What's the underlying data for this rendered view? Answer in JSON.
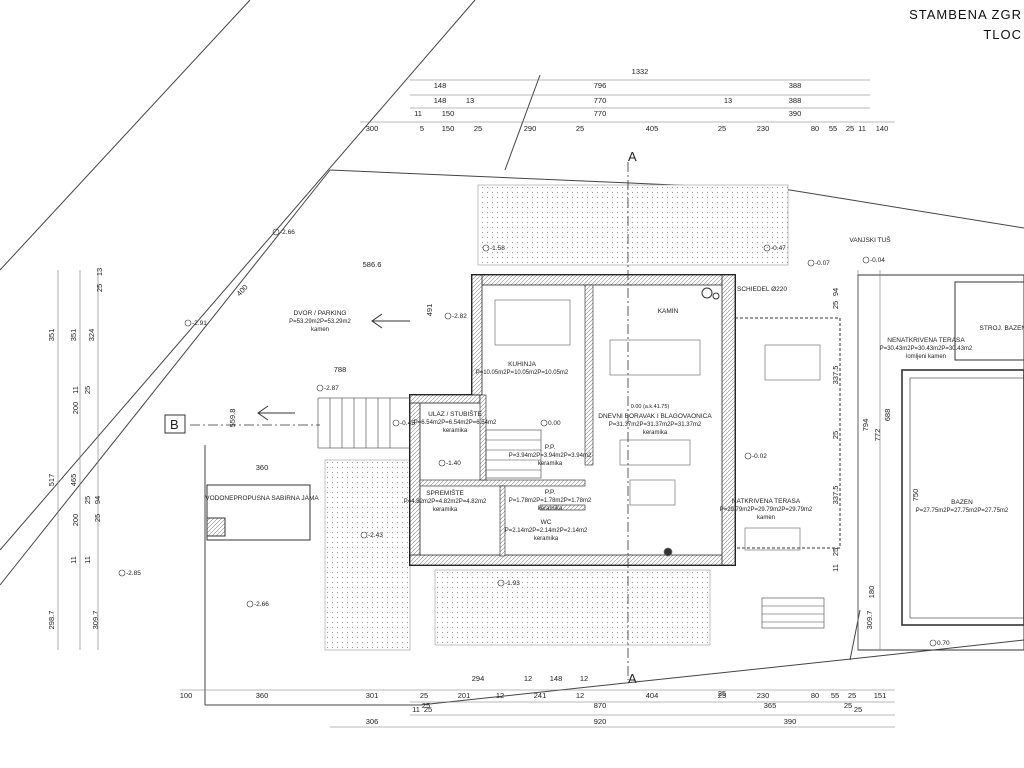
{
  "title_block": {
    "line1": "STAMBENA ZGR",
    "line2": "TLOC"
  },
  "section_marks": {
    "a": "A",
    "b": "B"
  },
  "dims_top": {
    "row1": [
      "148",
      "796",
      "1332",
      "388"
    ],
    "row2": [
      "148",
      "13",
      "770",
      "13",
      "388"
    ],
    "row3": [
      "11",
      "150",
      "770",
      "390"
    ],
    "row4": [
      "300",
      "5",
      "150",
      "25",
      "290",
      "25",
      "405",
      "25",
      "230",
      "80",
      "55",
      "25",
      "11",
      "140"
    ]
  },
  "dims_bottom": {
    "row1": [
      "100",
      "360",
      "301",
      "25",
      "201",
      "12",
      "241",
      "12",
      "404",
      "25",
      "230",
      "80",
      "55",
      "25",
      "151"
    ],
    "row2": [
      "294",
      "12",
      "148",
      "12",
      "25",
      "870",
      "25",
      "365",
      "25"
    ],
    "row3": [
      "11",
      "25",
      "25"
    ],
    "row4": [
      "306",
      "920",
      "390"
    ]
  },
  "dims_left": [
    "351",
    "351",
    "324",
    "13",
    "25",
    "11",
    "25",
    "200",
    "517",
    "465",
    "200",
    "25",
    "94",
    "25",
    "11",
    "11",
    "298.7",
    "309.7"
  ],
  "dims_right": [
    "94",
    "25",
    "337.5",
    "25",
    "337.5",
    "25",
    "11",
    "794",
    "772",
    "688",
    "750",
    "180",
    "309.7"
  ],
  "dims_misc": {
    "d586": "586.6",
    "d400": "400",
    "d491": "491",
    "d788": "788",
    "d559": "559.8",
    "d360": "360"
  },
  "rooms": [
    {
      "name": "DVOR / PARKING",
      "area": "P=53.29m2P=53.29m2",
      "floor": "kamen"
    },
    {
      "name": "KUHINJA",
      "area": "P=10.05m2P=10.05m2P=10.05m2",
      "floor": ""
    },
    {
      "name": "ULAZ / STUBIŠTE",
      "area": "P=6.54m2P=6.54m2P=6.54m2",
      "floor": "keramika"
    },
    {
      "name": "P.P.",
      "area": "P=3.94m2P=3.94m2P=3.94m2",
      "floor": "keramika"
    },
    {
      "name": "DNEVNI BORAVAK I BLAGOVAONICA",
      "area": "P=31.37m2P=31.37m2P=31.37m2",
      "floor": "keramika"
    },
    {
      "name": "SPREMIŠTE",
      "area": "P=4.82m2P=4.82m2P=4.82m2",
      "floor": "keramika"
    },
    {
      "name": "P.P.",
      "area": "P=1.78m2P=1.78m2P=1.78m2",
      "floor": "keramika"
    },
    {
      "name": "WC",
      "area": "P=2.14m2P=2.14m2P=2.14m2",
      "floor": "keramika"
    },
    {
      "name": "NATKRIVENA TERASA",
      "area": "P=29.79m2P=29.79m2P=29.79m2",
      "floor": "kamen"
    },
    {
      "name": "NENATKRIVENA TERASA",
      "area": "P=30.43m2P=30.43m2P=30.43m2",
      "floor": "lomljeni kamen"
    },
    {
      "name": "BAZEN",
      "area": "P=27.75m2P=27.75m2P=27.75m2",
      "floor": ""
    },
    {
      "name": "STROJ. BAZENA",
      "area": "",
      "floor": ""
    },
    {
      "name": "VODONEPROPUSNA SABIRNA JAMA",
      "area": "",
      "floor": ""
    },
    {
      "name": "VANJSKI TUŠ",
      "area": "",
      "floor": ""
    }
  ],
  "labels": {
    "kamin": "KAMIN",
    "schiedel": "SCHIEDEL Ø220",
    "origin": "0.00 (a.k.41.75)"
  },
  "levels": [
    "-2.66",
    "-2.91",
    "-2.82",
    "-2.87",
    "-1.58",
    "-0.47",
    "-0.07",
    "-0.04",
    "-0.45",
    "-1.40",
    "0.00",
    "-0.02",
    "-2.43",
    "-2.85",
    "-2.66",
    "-1.93",
    "0.70"
  ]
}
